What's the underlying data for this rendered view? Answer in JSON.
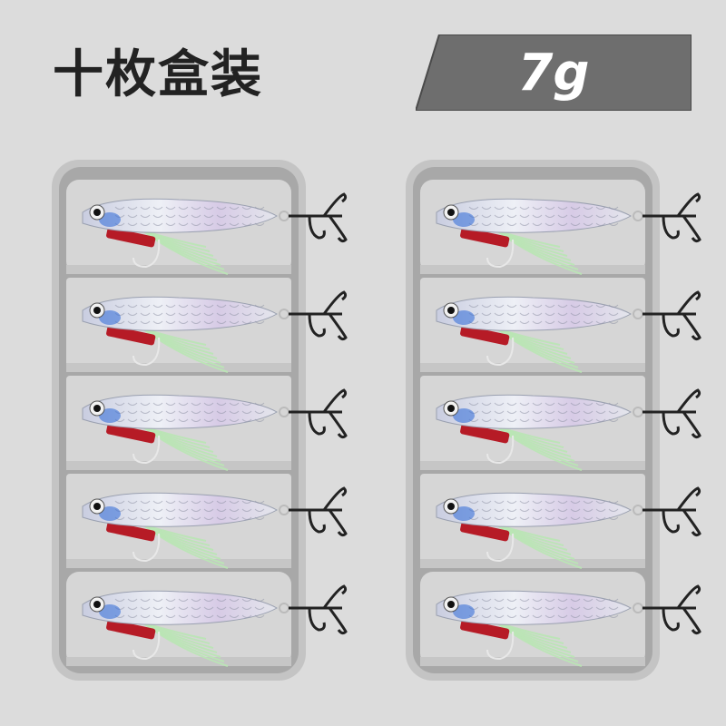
{
  "header": {
    "title": "十枚盒装",
    "weight_label": "7g"
  },
  "product": {
    "boxes": 2,
    "compartments_per_box": 5,
    "lures_per_compartment": 1,
    "lure": "fish-lure-icon"
  },
  "colors": {
    "background": "#dcdcdc",
    "box_frame": "#b0b0b0",
    "compartment": "#d6d6d6",
    "badge": "#6e6e6e",
    "lure_body": "#d8dbe6",
    "lure_accent_red": "#b61b26",
    "lure_accent_blue": "#3a72d8",
    "skirt": "#b9e6b4"
  }
}
